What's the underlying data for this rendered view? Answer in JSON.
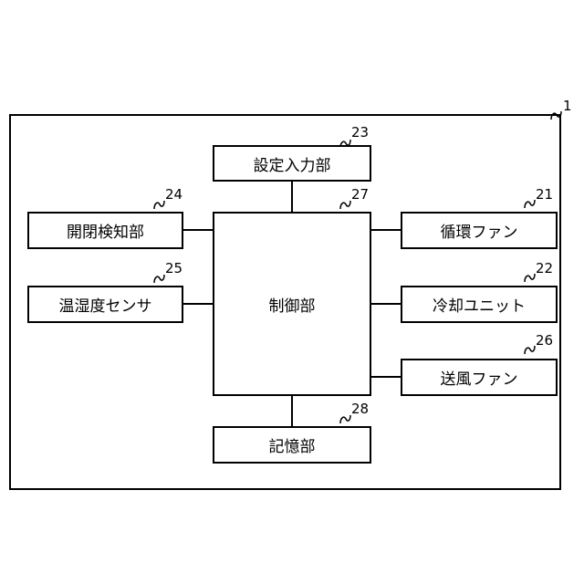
{
  "diagram": {
    "outer_ref": "1",
    "blocks": {
      "control": {
        "label": "制御部",
        "ref": "27"
      },
      "setting_input": {
        "label": "設定入力部",
        "ref": "23"
      },
      "storage": {
        "label": "記憶部",
        "ref": "28"
      },
      "door_detector": {
        "label": "開閉検知部",
        "ref": "24"
      },
      "temp_humidity_sensor": {
        "label": "温湿度センサ",
        "ref": "25"
      },
      "circulation_fan": {
        "label": "循環ファン",
        "ref": "21"
      },
      "cooling_unit": {
        "label": "冷却ユニット",
        "ref": "22"
      },
      "blower_fan": {
        "label": "送風ファン",
        "ref": "26"
      }
    }
  }
}
